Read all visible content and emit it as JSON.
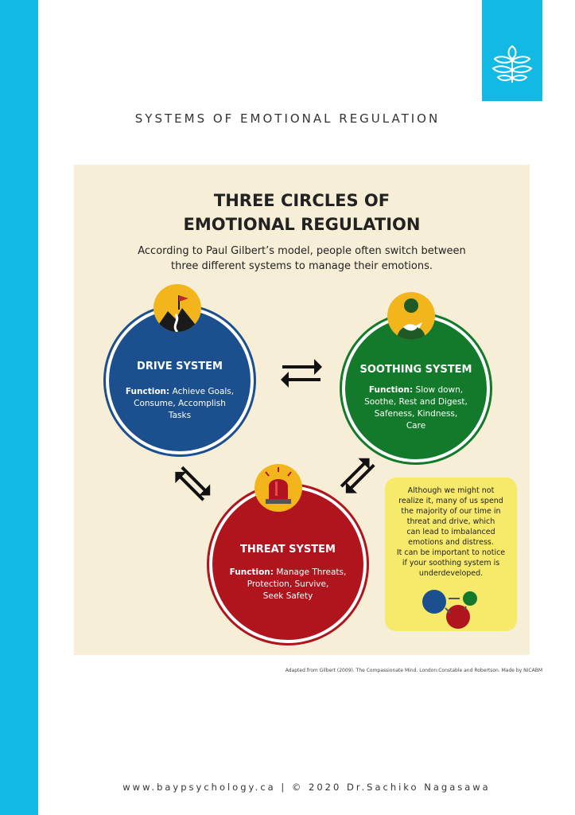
{
  "page": {
    "heading": "SYSTEMS OF EMOTIONAL REGULATION",
    "credit": "Adapted  from Gilbert (2009). The Compassionate Mind. London:Constable and Robertson. Made by NICABM",
    "footer": "www.baypsychology.ca | © 2020 Dr.Sachiko Nagasawa",
    "colors": {
      "accent": "#12b9e2",
      "panel": "#f6eed6"
    },
    "logo_icon": "leaf-plant-icon"
  },
  "infographic": {
    "title_line1": "THREE CIRCLES OF",
    "title_line2": "EMOTIONAL REGULATION",
    "intro_line1": "According to Paul Gilbert’s model, people often switch between",
    "intro_line2": "three different systems to manage their emotions.",
    "drive": {
      "name": "DRIVE SYSTEM",
      "function_label": "Function:",
      "function_line1": " Achieve Goals,",
      "function_line2": "Consume, Accomplish",
      "function_line3": "Tasks",
      "color": "#1c4f8d",
      "icon": "mountain-flag-icon"
    },
    "soothing": {
      "name": "SOOTHING SYSTEM",
      "function_label": "Function:",
      "function_line1": " Slow down,",
      "function_line2": "Soothe, Rest and Digest,",
      "function_line3": "Safeness, Kindness,",
      "function_line4": "Care",
      "color": "#127a2a",
      "icon": "person-dove-icon"
    },
    "threat": {
      "name": "THREAT SYSTEM",
      "function_label": "Function:",
      "function_line1": " Manage Threats,",
      "function_line2": "Protection, Survive,",
      "function_line3": "Seek Safety",
      "color": "#b0141d",
      "icon": "alarm-siren-icon"
    },
    "note": {
      "line1": "Although we might not",
      "line2": "realize it, many of us spend",
      "line3": "the majority of our time in",
      "line4": "threat and drive, which",
      "line5": "can lead to imbalanced",
      "line6": "emotions and distress.",
      "line7": "It can be important to notice",
      "line8": "if your soothing system is",
      "line9": "underdeveloped.",
      "color": "#f7e96a"
    }
  }
}
